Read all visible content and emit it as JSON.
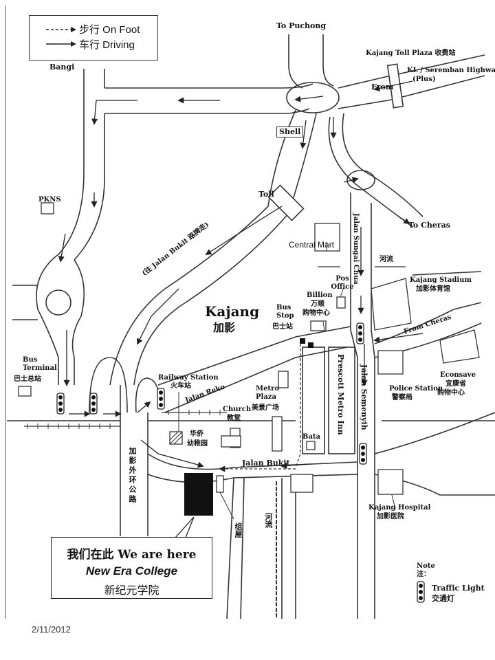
{
  "legend": {
    "on_foot": "步行 On Foot",
    "driving": "车行 Driving"
  },
  "labels": {
    "to_puchong": "To Puchong",
    "bangi": "Bangi",
    "kajang_toll": "Kajang Toll Plaza 收费站",
    "kl_seremban": "KL / Seremban Highway",
    "plus": "(Plus)",
    "from": "From",
    "shell": "Shell",
    "pkns": "PKNS",
    "toll": "Toll",
    "to_cheras": "To Cheras",
    "central_mart": "Central Mart",
    "jalan_sungai_chua": "Jalan Sungai Chua",
    "river_top": "河流",
    "kajang_stadium": "Kajang Stadium",
    "kajang_stadium_cn": "加影体育馆",
    "pos_office": "Pos Office",
    "billion": "Billion",
    "billion_cn1": "万顺",
    "billion_cn2": "购物中心",
    "jalan_bukit_road": "(往 Jalan Bukit 路牌走)",
    "kajang": "Kajang",
    "kajang_cn": "加影",
    "bus_stop": "Bus Stop",
    "bus_stop_cn": "巴士站",
    "from_cheras": "From Cheras",
    "bus_terminal": "Bus Terminal",
    "bus_terminal_cn": "巴士总站",
    "railway_station": "Railway Station",
    "railway_station_cn": "火车站",
    "jalan_reko": "Jalan Reko",
    "metro_plaza": "Metro Plaza",
    "metro_plaza_cn": "美景广场",
    "church": "Church",
    "church_cn": "教堂",
    "kindergarten_cn1": "华侨",
    "kindergarten_cn2": "幼稚园",
    "prescott": "Prescott Metro Inn",
    "jalan_semenyih": "Jalan Semenyih",
    "police_station": "Police Station",
    "police_station_cn": "警察局",
    "econsave": "Econsave",
    "econsave_cn1": "宜康省",
    "econsave_cn2": "购物中心",
    "bata": "Bata",
    "ring_road_cn": "加影外环公路",
    "jalan_bukit": "Jalan Bukit",
    "kajang_hospital": "Kajang Hospital",
    "kajang_hospital_cn": "加影医院",
    "river_bottom": "河流",
    "shophouse_cn": "组屋",
    "note": "Note",
    "note_cn": "注：",
    "traffic_light": "Traffic Light",
    "traffic_light_cn": "交通灯"
  },
  "callout": {
    "line1": "我们在此  We are here",
    "line2": "New Era College",
    "line3": "新纪元学院"
  },
  "footer": {
    "date": "2/11/2012"
  }
}
